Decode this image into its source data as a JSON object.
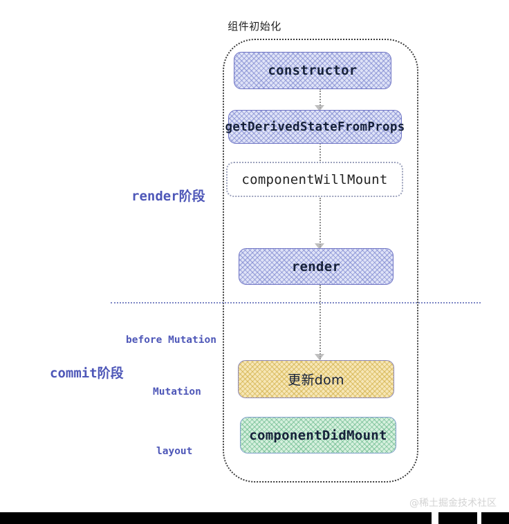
{
  "diagram": {
    "title": "组件初始化",
    "type": "react-lifecycle-flowchart",
    "colors": {
      "accent_label": "#4e57b8",
      "node_blue_fill": "#dfe3f7",
      "node_blue_border": "#6f74c4",
      "node_yellow_fill": "#f6e6b6",
      "node_yellow_border": "#8b86b5",
      "node_green_fill": "#d6f0de",
      "node_green_border": "#7d9ec8",
      "divider": "#7b85c4",
      "container_border": "#3a3a3a",
      "watermark": "#d3d3d3"
    }
  },
  "phases": {
    "render": {
      "label": "render阶段",
      "nodes": [
        {
          "id": "constructor",
          "label": "constructor",
          "style": "hatched-blue"
        },
        {
          "id": "getDerivedState",
          "label": "getDerivedStateFromProps",
          "style": "hatched-blue"
        },
        {
          "id": "componentWillMount",
          "label": "componentWillMount",
          "style": "dotted-outline"
        },
        {
          "id": "render",
          "label": "render",
          "style": "hatched-blue"
        }
      ]
    },
    "commit": {
      "label": "commit阶段",
      "sub_labels": {
        "before_mutation": "before Mutation",
        "mutation": "Mutation",
        "layout": "layout"
      },
      "nodes": [
        {
          "id": "updateDom",
          "label": "更新dom",
          "style": "hatched-yellow"
        },
        {
          "id": "componentDidMount",
          "label": "componentDidMount",
          "style": "hatched-green"
        }
      ]
    }
  },
  "watermark": {
    "text": "@稀土掘金技术社区"
  }
}
